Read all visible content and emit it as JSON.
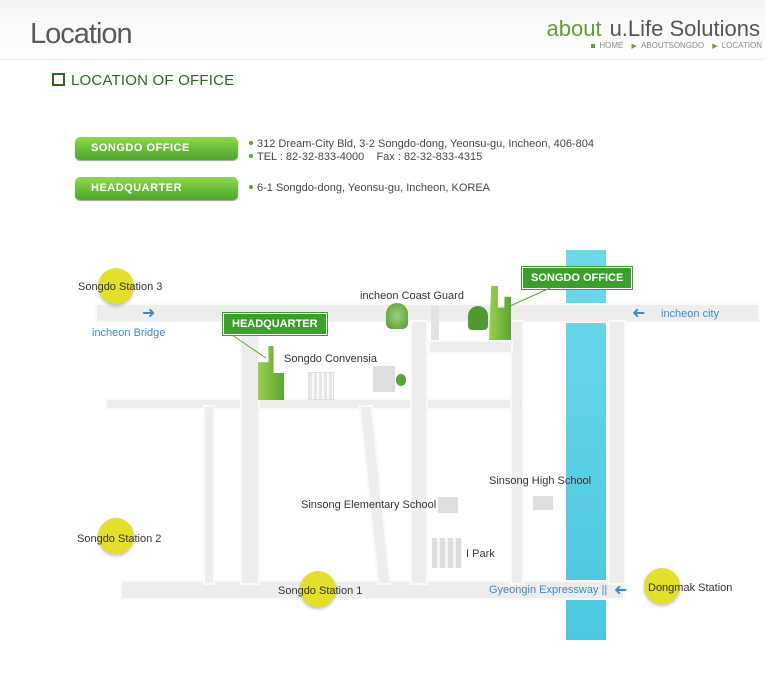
{
  "header": {
    "title": "Location",
    "brand_about": "about",
    "brand_name": "u.Life Solutions",
    "breadcrumb": [
      "HOME",
      "ABOUTSONGDO",
      "LOCATION"
    ]
  },
  "section": {
    "title": "LOCATION OF OFFICE"
  },
  "offices": [
    {
      "label": "SONGDO OFFICE",
      "lines": [
        "312 Dream-City Bld, 3-2 Songdo-dong, Yeonsu-gu, Incheon, 406-804",
        "TEL : 82-32-833-4000    Fax : 82-32-833-4315"
      ]
    },
    {
      "label": "HEADQUARTER",
      "lines": [
        "6-1 Songdo-dong, Yeonsu-gu, Incheon, KOREA"
      ]
    }
  ],
  "map": {
    "stations": [
      "Songdo Station 3",
      "Songdo Station 2",
      "Songdo Station 1",
      "Dongmak Station"
    ],
    "places": [
      "incheon Coast Guard",
      "Songdo Convensia",
      "Sinsong Elementary School",
      "Sinsong High School",
      "I Park"
    ],
    "directions": [
      "incheon Bridge",
      "incheon city",
      "Gyeongin Expressway ||"
    ],
    "tags": [
      "SONGDO OFFICE",
      "HEADQUARTER"
    ]
  },
  "colors": {
    "accent_green": "#4aa52a",
    "river": "#4cc6df",
    "station": "#e3df2a",
    "link_blue": "#3a8ac8"
  }
}
